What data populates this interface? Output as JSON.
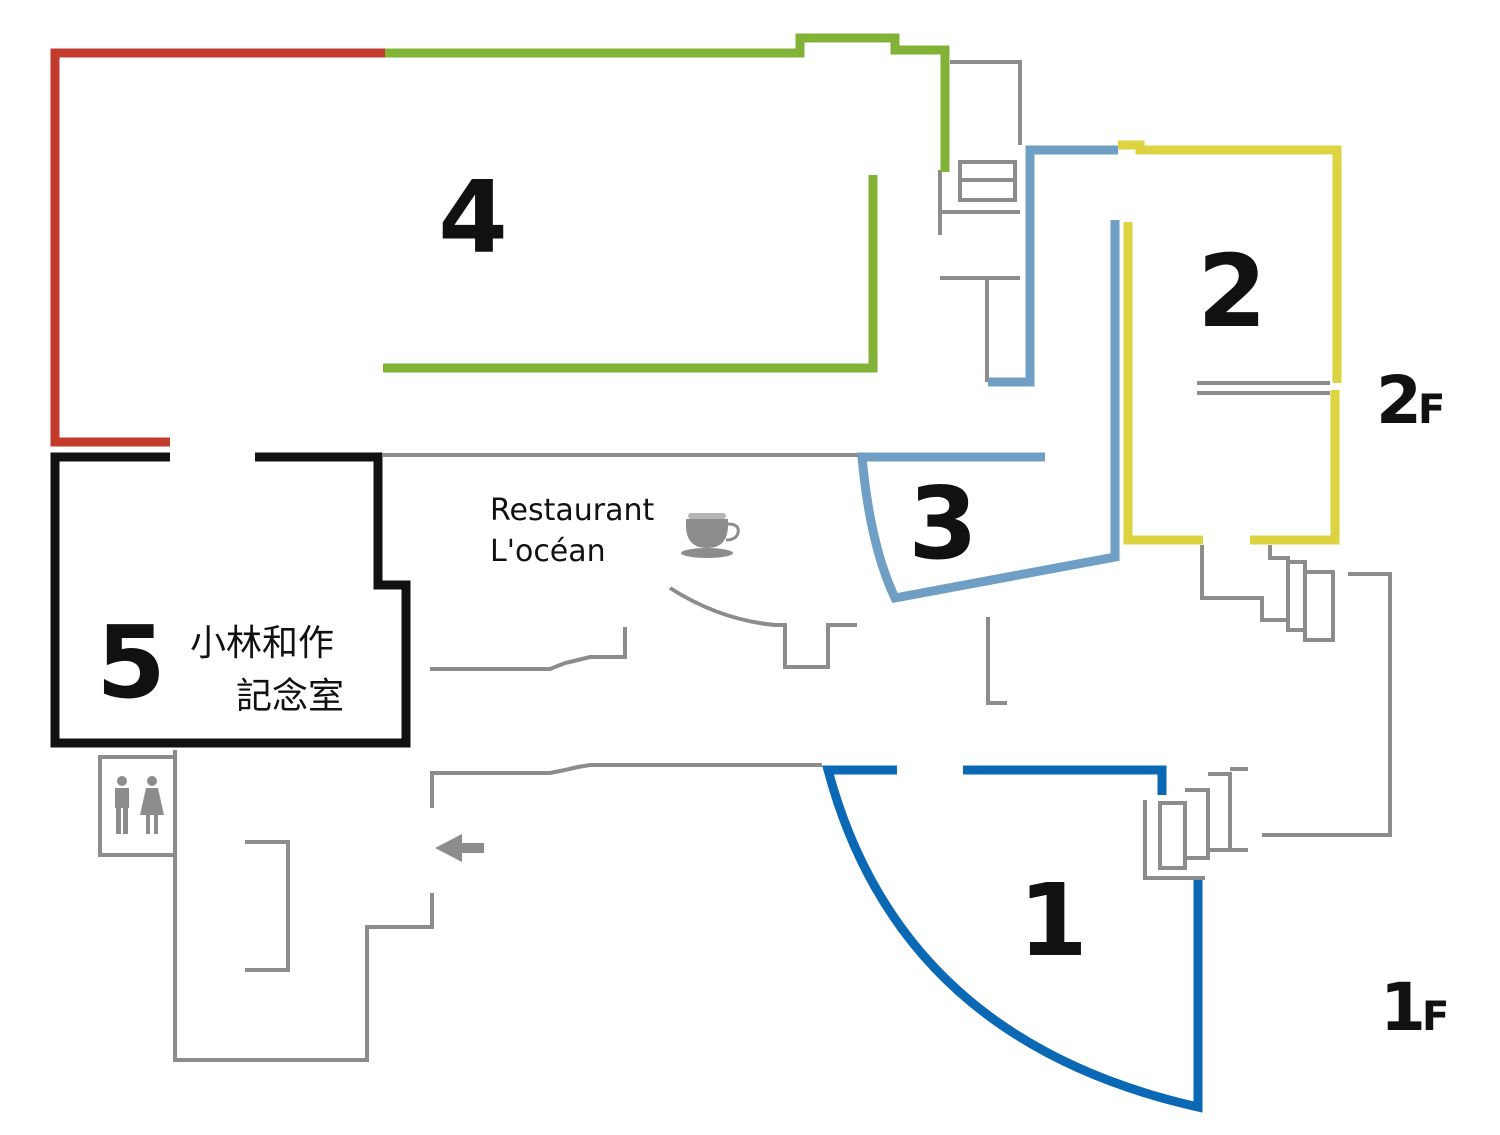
{
  "rooms": {
    "r1": "1",
    "r2": "2",
    "r3": "3",
    "r4": "4",
    "r5": "5"
  },
  "floors": {
    "upper": {
      "num": "2",
      "suffix": "F"
    },
    "lower": {
      "num": "1",
      "suffix": "F"
    }
  },
  "restaurant": {
    "line1": "Restaurant",
    "line2": "L'océan"
  },
  "memorial": {
    "line1": "小林和作",
    "line2": "記念室"
  },
  "icons": {
    "cafe": "coffee-cup-icon",
    "restroom": "restroom-icon",
    "arrow": "left-arrow-icon"
  },
  "colors": {
    "room1": "#0a68b4",
    "room2": "#ddd340",
    "room3": "#6f9fc4",
    "room4": "#82b336",
    "room4_red": "#c23b2c",
    "room5": "#111111",
    "walls": "#8c8c8c"
  }
}
